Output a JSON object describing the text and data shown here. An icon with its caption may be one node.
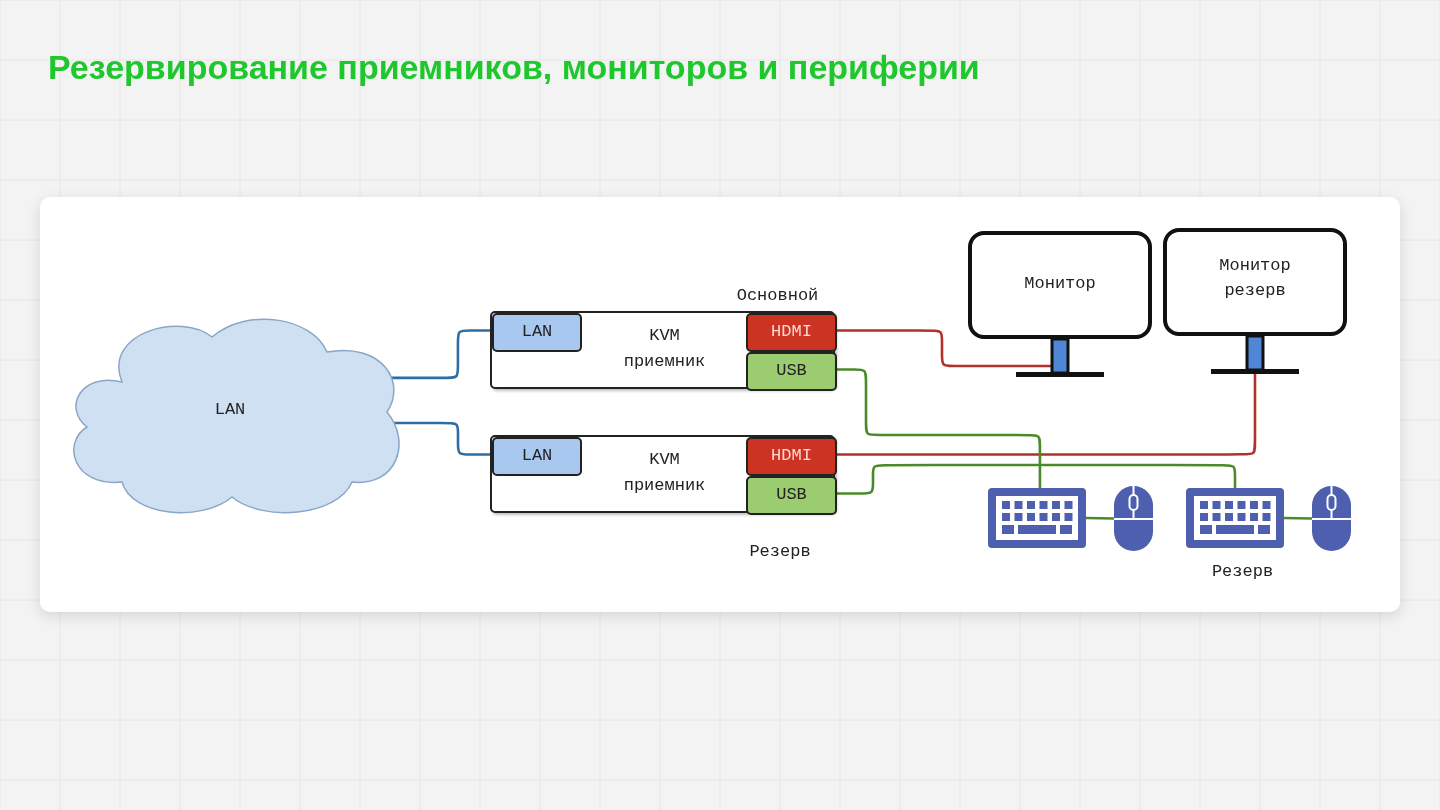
{
  "diagram": {
    "title": "Резервирование приемников, мониторов и периферии",
    "nodes": [
      {
        "text": [
          "LAN"
        ]
      },
      {
        "text": [
          "KVM приемник"
        ],
        "beside": [
          "Основной"
        ]
      },
      {
        "text": [
          "LAN"
        ],
        "in": 1
      },
      {
        "text": [
          "HDMI"
        ],
        "in": 1
      },
      {
        "text": [
          "USB"
        ],
        "in": 1
      },
      {
        "text": [
          "KVM приемник"
        ],
        "beside": [
          "Резерв"
        ]
      },
      {
        "text": [
          "LAN"
        ],
        "in": 5
      },
      {
        "text": [
          "HDMI"
        ],
        "in": 5
      },
      {
        "text": [
          "USB"
        ],
        "in": 5
      },
      {
        "text": [
          "Монитор"
        ]
      },
      {
        "text": [
          "Монитор резерв"
        ]
      },
      {
        "text": [],
        "shape": "keyboard"
      },
      {
        "text": [],
        "shape": "mouse"
      },
      {
        "text": [],
        "shape": "keyboard",
        "beside": [
          "Резерв"
        ]
      },
      {
        "text": [],
        "shape": "mouse"
      }
    ],
    "edges": [
      {
        "from": 0,
        "to": 2,
        "arrow": "none",
        "color": "#2f6ea5"
      },
      {
        "from": 0,
        "to": 6,
        "arrow": "none",
        "color": "#2f6ea5"
      },
      {
        "from": 3,
        "to": 9,
        "arrow": "none",
        "color": "#b0322a"
      },
      {
        "from": 7,
        "to": 10,
        "arrow": "none",
        "color": "#b0322a"
      },
      {
        "from": 4,
        "to": 11,
        "arrow": "none",
        "color": "#4a8a28"
      },
      {
        "from": 8,
        "to": 13,
        "arrow": "none",
        "color": "#4a8a28"
      },
      {
        "from": 11,
        "to": 12,
        "arrow": "none",
        "color": "#4a8a28"
      },
      {
        "from": 13,
        "to": 14,
        "arrow": "none",
        "color": "#4a8a28"
      }
    ]
  }
}
